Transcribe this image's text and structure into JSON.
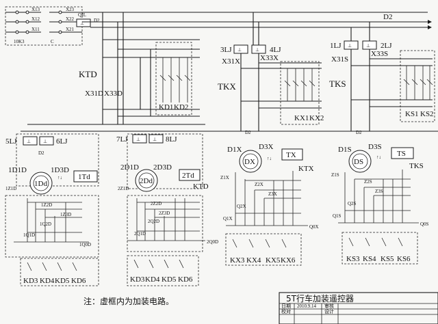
{
  "top_left": {
    "labels": [
      "X13",
      "X23",
      "X12",
      "X11",
      "X22",
      "X21",
      "10K3",
      "C",
      "QJL",
      "D2"
    ]
  },
  "bus_label": "D2",
  "section1": {
    "relay_label": "KTD",
    "terminal_labels": [
      "X31D",
      "X33D"
    ],
    "contact_labels": [
      "KD1",
      "KD2"
    ],
    "limit_left": "5LJ",
    "limit_right": "6LJ",
    "d2": "D2",
    "terminal_left": "1D1D",
    "terminal_right": "1D3D",
    "motor": "1Dd",
    "td_box": "1Td",
    "z_labels": [
      "1Z1D",
      "1Z2D",
      "1Z3D",
      "1Q2D",
      "1Q1D"
    ],
    "q0d": "1Q0D",
    "kd_labels": [
      "KD3",
      "KD4",
      "KD5",
      "KD6"
    ]
  },
  "section2": {
    "limit_left": "7LJ",
    "limit_right": "8LJ",
    "terminal_left": "2D1D",
    "terminal_right": "2D3D",
    "motor": "2Dd",
    "td_box": "2Td",
    "ktd": "KTD",
    "z_labels": [
      "2Z1D",
      "2Z2D",
      "2Z3D",
      "2Q2D",
      "2Q1D"
    ],
    "q0d": "2Q0D",
    "kd_labels": [
      "KD3",
      "KD4",
      "KD5",
      "KD6"
    ]
  },
  "section3": {
    "limit_left": "3LJ",
    "limit_right": "4LJ",
    "terminal_labels": [
      "X31X",
      "X33X"
    ],
    "relay_label": "TKX",
    "contact_labels": [
      "KX1",
      "KX2"
    ],
    "d2": "D2",
    "terminal_left": "D1X",
    "terminal_right": "D3X",
    "motor": "DX",
    "box": "TX",
    "ktx": "KTX",
    "z_labels": [
      "Z1X",
      "Z2X",
      "Z3X",
      "Q2X",
      "Q1X",
      "Q0X"
    ],
    "kx_labels": [
      "KX3",
      "KX4",
      "KX5",
      "KX6"
    ]
  },
  "section4": {
    "limit_left": "1LJ",
    "limit_right": "2LJ",
    "terminal_labels": [
      "X31S",
      "X33S"
    ],
    "relay_label": "TKS",
    "contact_labels": [
      "KS1",
      "KS2"
    ],
    "d2": "D2",
    "terminal_left": "D1S",
    "terminal_right": "D3S",
    "motor": "DS",
    "box": "TS",
    "tks2": "TKS",
    "z_labels": [
      "Z1S",
      "Z2S",
      "Z3S",
      "Q2S",
      "Q1S",
      "Q0S"
    ],
    "ks_labels": [
      "KS3",
      "KS4",
      "KS5",
      "KS6"
    ]
  },
  "note": "注：虚框内为加装电路。",
  "title_block": {
    "title": "5T行车加装遥控器",
    "row_labels": [
      "日期",
      "2010.9.14",
      "审核",
      "设计"
    ],
    "row_labels2": [
      "校对"
    ]
  },
  "colors": {
    "ink": "#1a1a1a",
    "paper": "#f7f7f5"
  }
}
